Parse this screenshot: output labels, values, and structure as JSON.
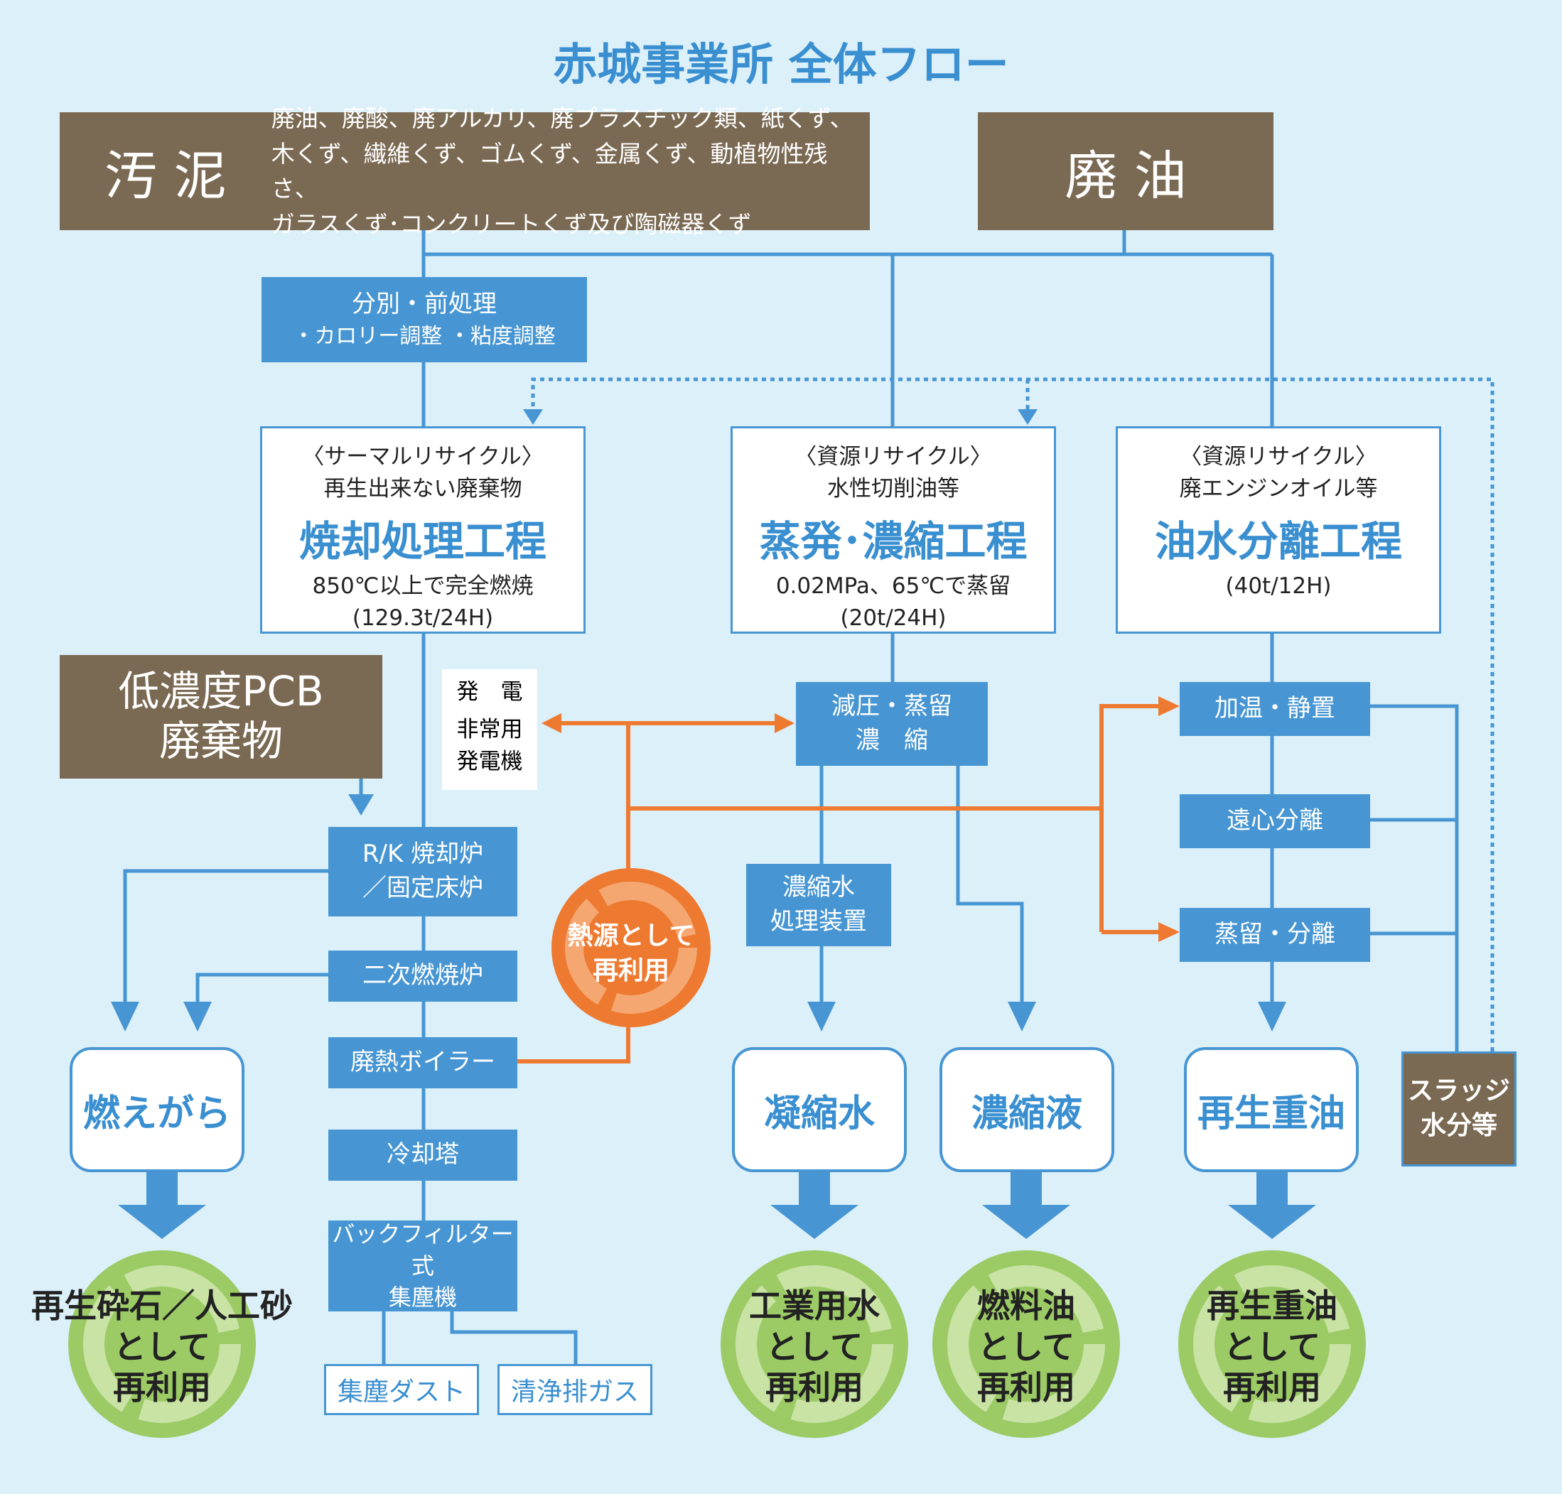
{
  "title": "赤城事業所 全体フロー",
  "inputs": {
    "sludge": "汚 泥",
    "sludge_items": [
      "廃油、廃酸、廃アルカリ、廃プラスチック類、紙くず、",
      "木くず、繊維くず、ゴムくず、金属くず、動植物性残さ、",
      "ガラスくず･コンクリートくず及び陶磁器くず"
    ],
    "waste_oil": "廃 油",
    "pcb_line1": "低濃度PCB",
    "pcb_line2": "廃棄物"
  },
  "pretreat": {
    "title": "分別・前処理",
    "sub": "・カロリー調整 ・粘度調整"
  },
  "processes": {
    "thermal": {
      "tag": "〈サーマルリサイクル〉",
      "target": "再生出来ない廃棄物",
      "name": "焼却処理工程",
      "cond": "850℃以上で完全燃焼",
      "cap": "(129.3t/24H)"
    },
    "evap": {
      "tag": "〈資源リサイクル〉",
      "target": "水性切削油等",
      "name": "蒸発･濃縮工程",
      "cond": "0.02MPa、65℃で蒸留",
      "cap": "(20t/24H)"
    },
    "sep": {
      "tag": "〈資源リサイクル〉",
      "target": "廃エンジンオイル等",
      "name": "油水分離工程",
      "cap": "(40t/12H)"
    }
  },
  "incineration_steps": {
    "kiln_1": "R/K 焼却炉",
    "kiln_2": "／固定床炉",
    "secondary": "二次燃焼炉",
    "boiler": "廃熱ボイラー",
    "cooling": "冷却塔",
    "bag_1": "バックフィルター式",
    "bag_2": "集塵機",
    "dust": "集塵ダスト",
    "exhaust": "清浄排ガス"
  },
  "power": {
    "line1": "発　電",
    "line2": "非常用",
    "line3": "発電機"
  },
  "heat": {
    "line1": "熱源として",
    "line2": "再利用"
  },
  "evap_steps": {
    "step_1": "減圧・蒸留",
    "step_2": "濃　縮",
    "water_1": "濃縮水",
    "water_2": "処理装置"
  },
  "sep_steps": {
    "warm": "加温・静置",
    "centrifuge": "遠心分離",
    "distill": "蒸留・分離",
    "sludge_1": "スラッジ",
    "sludge_2": "水分等"
  },
  "products": {
    "ash": "燃えがら",
    "condensate": "凝縮水",
    "concentrate": "濃縮液",
    "heavy_oil": "再生重油"
  },
  "reuse": {
    "ash": [
      "再生砕石／人工砂",
      "として",
      "再利用"
    ],
    "water": [
      "工業用水",
      "として",
      "再利用"
    ],
    "fuel": [
      "燃料油",
      "として",
      "再利用"
    ],
    "oil": [
      "再生重油",
      "として",
      "再利用"
    ]
  },
  "colors": {
    "background": "#dcf0fa",
    "blue": "#4796d3",
    "brown": "#7b6a53",
    "orange": "#ee7a31",
    "green": "#9ccb66"
  }
}
